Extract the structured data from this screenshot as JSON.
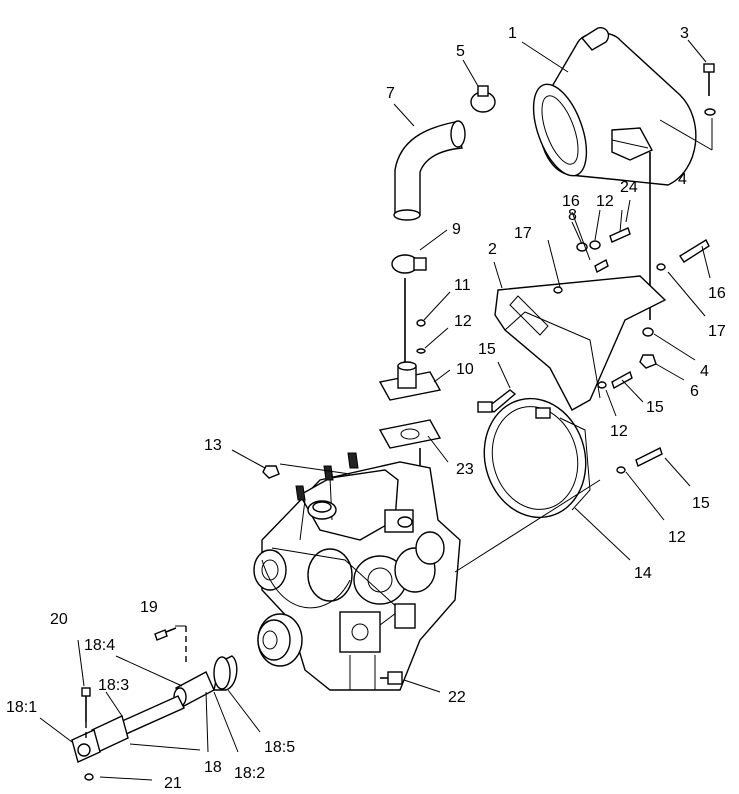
{
  "callouts": [
    {
      "id": "c1",
      "text": "1"
    },
    {
      "id": "c2",
      "text": "2"
    },
    {
      "id": "c3",
      "text": "3"
    },
    {
      "id": "c4a",
      "text": "4"
    },
    {
      "id": "c4b",
      "text": "4"
    },
    {
      "id": "c5",
      "text": "5"
    },
    {
      "id": "c6",
      "text": "6"
    },
    {
      "id": "c7",
      "text": "7"
    },
    {
      "id": "c8",
      "text": "8"
    },
    {
      "id": "c9",
      "text": "9"
    },
    {
      "id": "c10",
      "text": "10"
    },
    {
      "id": "c11",
      "text": "11"
    },
    {
      "id": "c12a",
      "text": "12"
    },
    {
      "id": "c12b",
      "text": "12"
    },
    {
      "id": "c12c",
      "text": "12"
    },
    {
      "id": "c12d",
      "text": "12"
    },
    {
      "id": "c13",
      "text": "13"
    },
    {
      "id": "c14",
      "text": "14"
    },
    {
      "id": "c15a",
      "text": "15"
    },
    {
      "id": "c15b",
      "text": "15"
    },
    {
      "id": "c15c",
      "text": "15"
    },
    {
      "id": "c16a",
      "text": "16"
    },
    {
      "id": "c16b",
      "text": "16"
    },
    {
      "id": "c17a",
      "text": "17"
    },
    {
      "id": "c17b",
      "text": "17"
    },
    {
      "id": "c18",
      "text": "18"
    },
    {
      "id": "c181",
      "text": "18:1"
    },
    {
      "id": "c182",
      "text": "18:2"
    },
    {
      "id": "c183",
      "text": "18:3"
    },
    {
      "id": "c184",
      "text": "18:4"
    },
    {
      "id": "c185",
      "text": "18:5"
    },
    {
      "id": "c19",
      "text": "19"
    },
    {
      "id": "c20",
      "text": "20"
    },
    {
      "id": "c21",
      "text": "21"
    },
    {
      "id": "c22",
      "text": "22"
    },
    {
      "id": "c23",
      "text": "23"
    },
    {
      "id": "c24",
      "text": "24"
    }
  ]
}
